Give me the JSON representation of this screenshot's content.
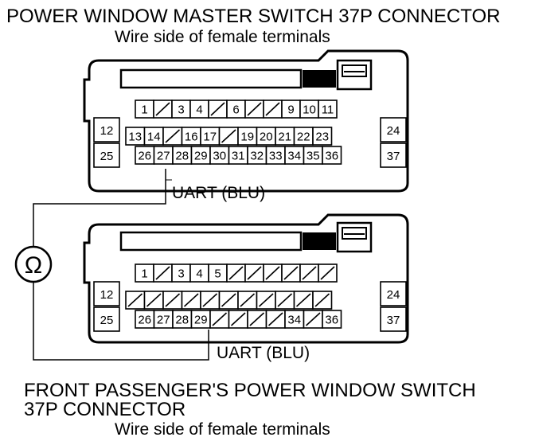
{
  "top_connector": {
    "title": "POWER WINDOW MASTER SWITCH 37P CONNECTOR",
    "subtitle": "Wire side of female terminals",
    "row1": [
      "1",
      "",
      "3",
      "4",
      "",
      "6",
      "",
      "",
      "9",
      "10",
      "11"
    ],
    "row2": [
      "13",
      "14",
      "",
      "16",
      "17",
      "",
      "19",
      "20",
      "21",
      "22",
      "23"
    ],
    "row3": [
      "26",
      "27",
      "28",
      "29",
      "30",
      "31",
      "32",
      "33",
      "34",
      "35",
      "36"
    ],
    "side_left": [
      "12",
      "25"
    ],
    "side_right": [
      "24",
      "37"
    ],
    "wire_label": "UART (BLU)"
  },
  "bottom_connector": {
    "title_line1": "FRONT PASSENGER'S POWER WINDOW SWITCH",
    "title_line2": "37P CONNECTOR",
    "subtitle": "Wire side of female terminals",
    "row1": [
      "1",
      "",
      "3",
      "4",
      "5",
      "",
      "",
      "",
      "",
      "",
      ""
    ],
    "row2": [
      "",
      "",
      "",
      "",
      "",
      "",
      "",
      "",
      "",
      "",
      ""
    ],
    "row3": [
      "26",
      "27",
      "28",
      "29",
      "",
      "",
      "",
      "",
      "34",
      "",
      "36"
    ],
    "side_left": [
      "12",
      "25"
    ],
    "side_right": [
      "24",
      "37"
    ],
    "wire_label": "UART (BLU)"
  },
  "meter": {
    "symbol": "Ω"
  }
}
